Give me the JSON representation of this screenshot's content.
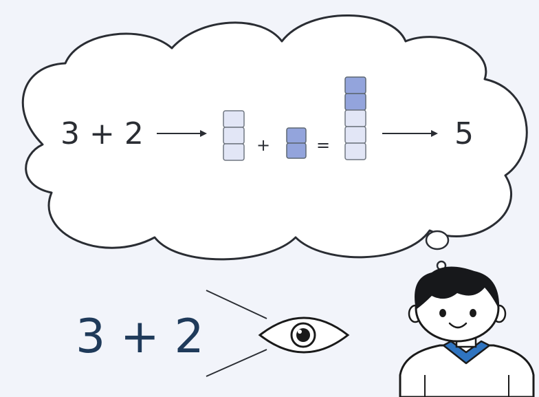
{
  "thought": {
    "expression": "3 + 2",
    "result": "5",
    "plus": "+",
    "equals": "=",
    "blocks": {
      "first_addend_count": 3,
      "second_addend_count": 2,
      "sum_count": 5
    }
  },
  "seen": {
    "expression": "3 + 2"
  },
  "icons": {
    "arrow": "arrow-right-icon",
    "eye": "eye-icon",
    "person": "person-icon",
    "cloud": "thought-cloud-icon"
  },
  "colors": {
    "background": "#f2f4fa",
    "outline": "#2a2d33",
    "block_light": "#e2e6f6",
    "block_dark": "#93a4dc",
    "hair": "#17181b",
    "collar": "#2f74c0",
    "text_dark_blue": "#1f3a5a"
  }
}
